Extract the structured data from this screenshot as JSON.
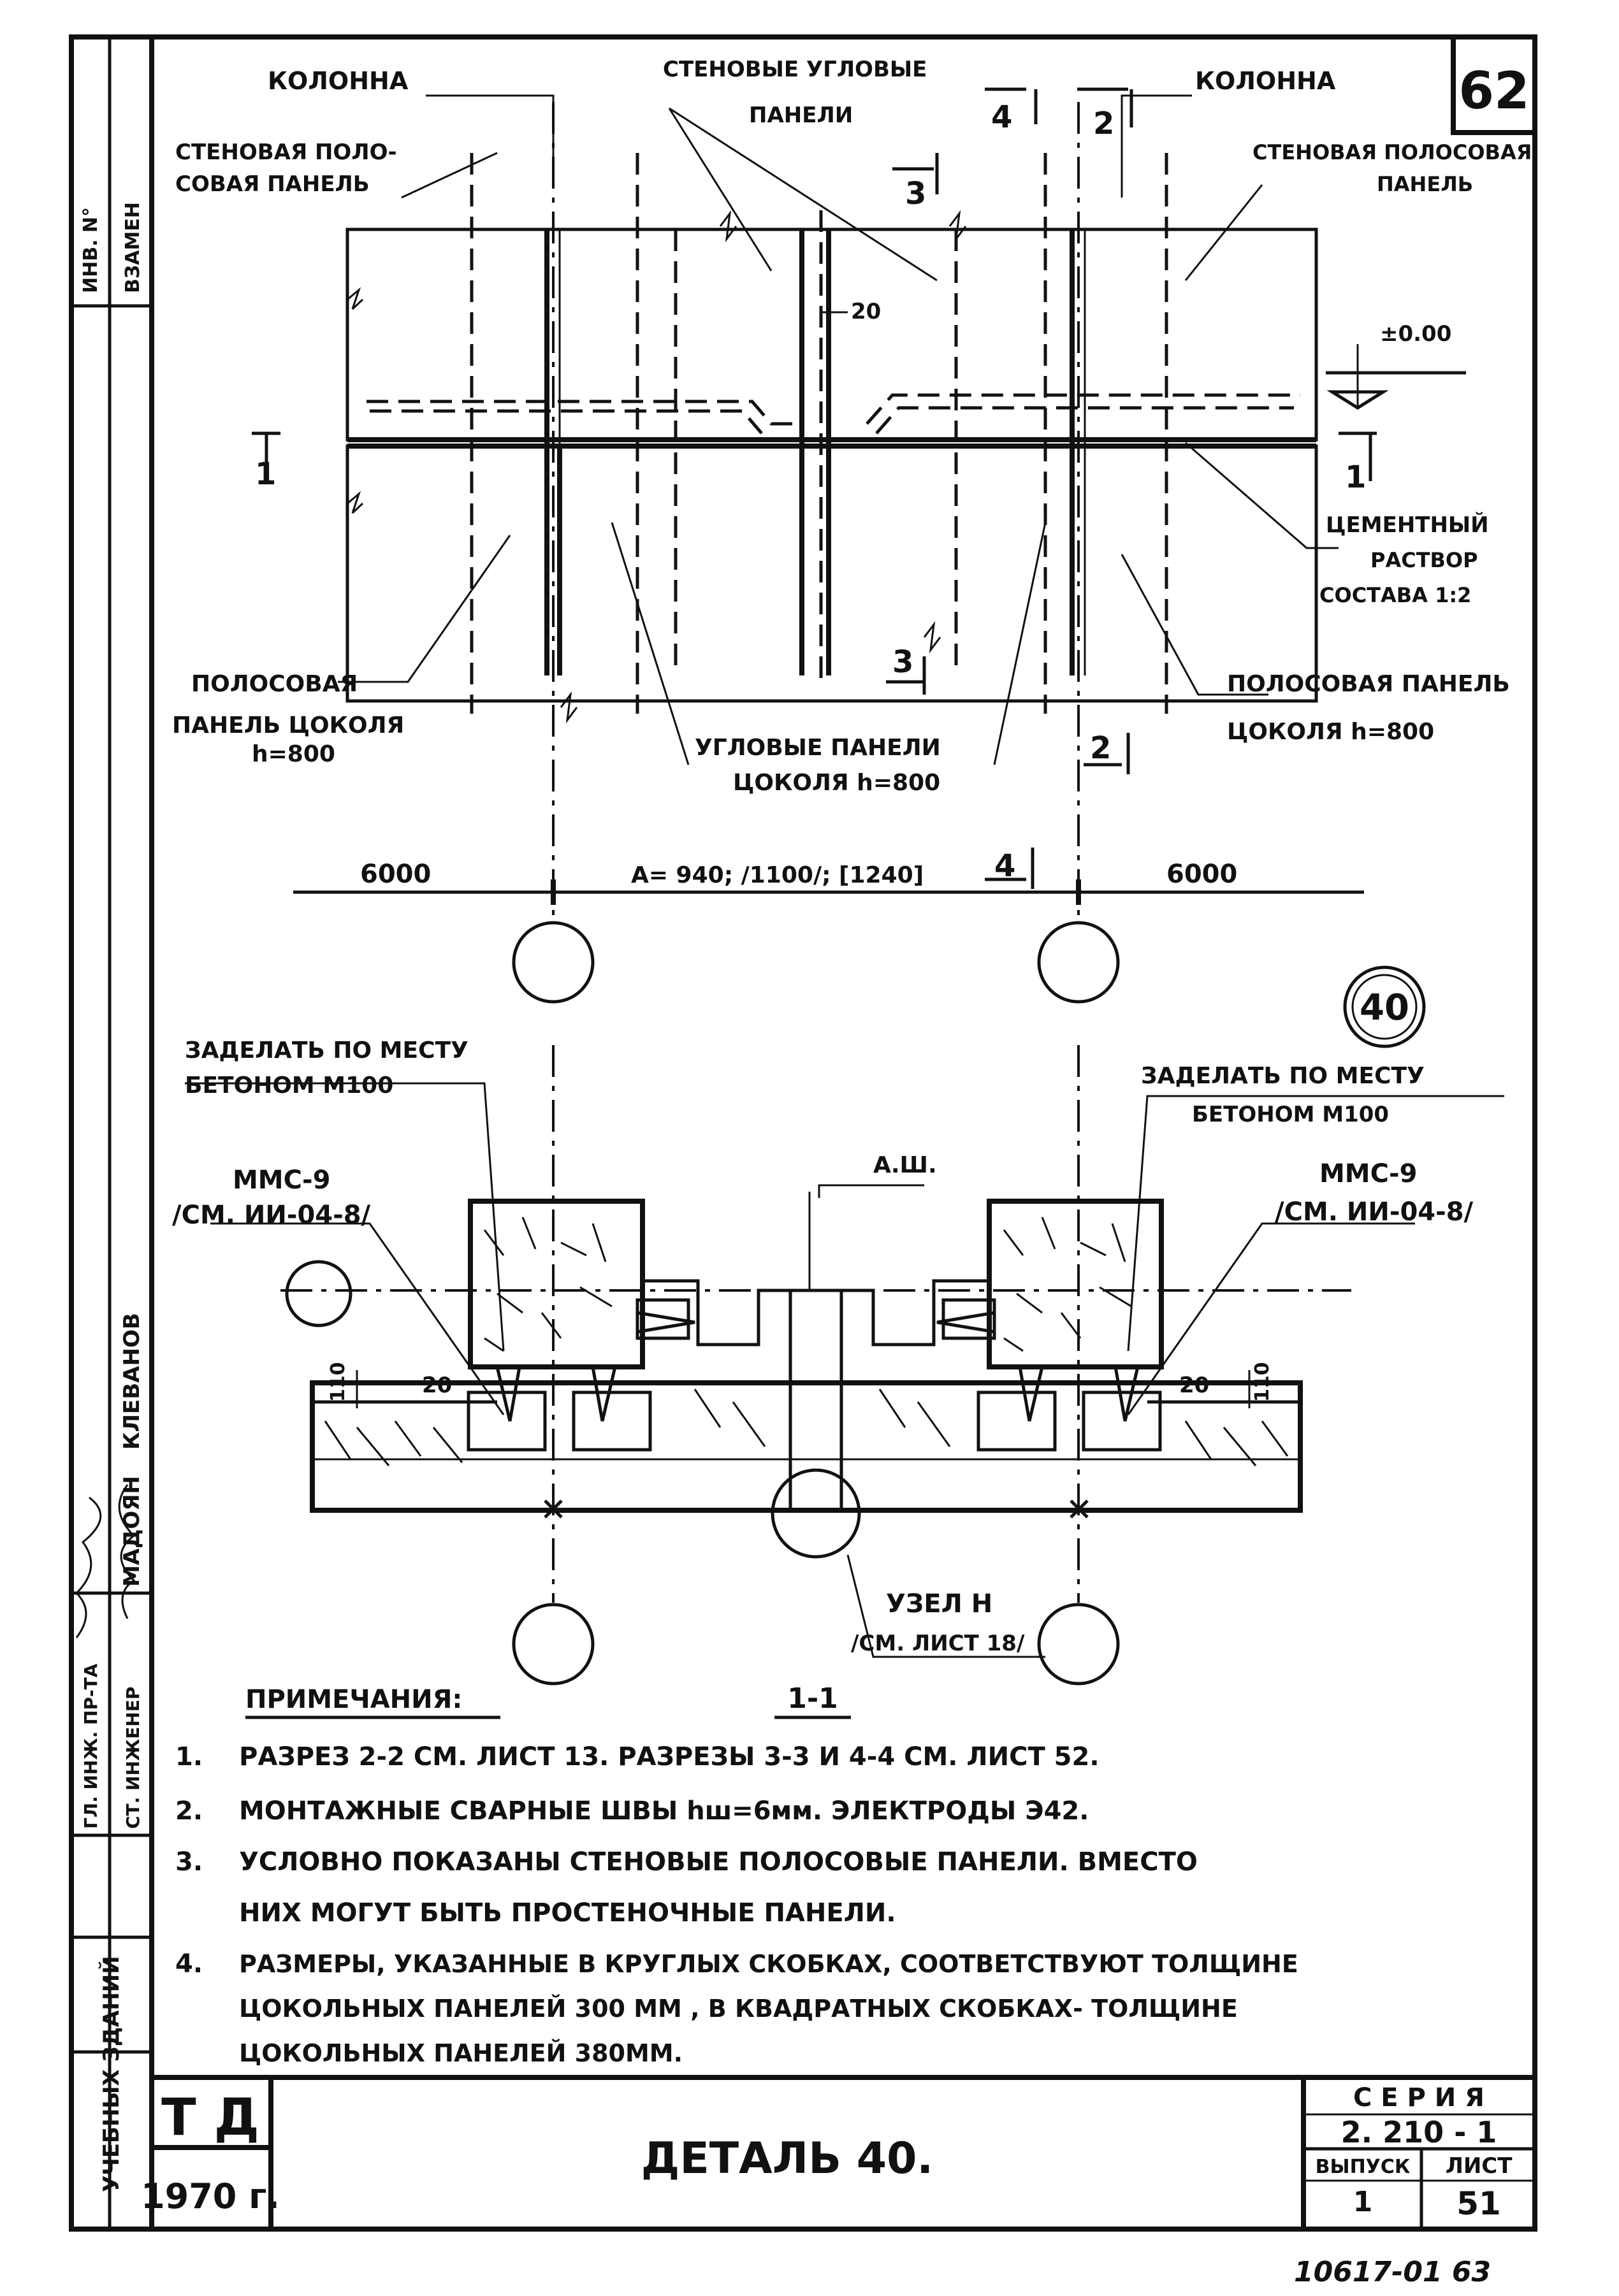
{
  "sheet_number": "62",
  "stamp_side": {
    "inv_no": "ИНВ. N°",
    "vzamen": "ВЗАМЕН",
    "klevanov": "КЛЕВАНОВ",
    "madoyan": "МАДОЯН",
    "gl_inzh": "ГЛ. ИНЖ. ПР-ТА",
    "st_inzh": "СТ. ИНЖЕНЕР",
    "uchebnyh": "УЧЕБНЫХ ЗДАНИЙ"
  },
  "plan": {
    "kolonna_left": "КОЛОННА",
    "kolonna_right": "КОЛОННА",
    "stenovye_uglovye": "СТЕНОВЫЕ УГЛОВЫЕ",
    "paneli": "ПАНЕЛИ",
    "stenovaya_pol_left_1": "СТЕНОВАЯ ПОЛО-",
    "stenovaya_pol_left_2": "СОВАЯ ПАНЕЛЬ",
    "stenovaya_pol_right_1": "СТЕНОВАЯ ПОЛОСОВАЯ",
    "stenovaya_pol_right_2": "ПАНЕЛЬ",
    "dim_20": "20",
    "level": "±0.00",
    "cement_1": "ЦЕМЕНТНЫЙ",
    "cement_2": "РАСТВОР",
    "cement_3": "СОСТАВА 1:2",
    "polosovaya_left_1": "ПОЛОСОВАЯ",
    "polosovaya_left_2": "ПАНЕЛЬ ЦОКОЛЯ",
    "polosovaya_left_3": "h=800",
    "polosovaya_right_1": "ПОЛОСОВАЯ ПАНЕЛЬ",
    "polosovaya_right_2": "ЦОКОЛЯ   h=800",
    "uglovye_1": "УГЛОВЫЕ   ПАНЕЛИ",
    "uglovye_2": "ЦОКОЛЯ   h=800",
    "sec_4": "4",
    "sec_2": "2",
    "sec_3": "3",
    "sec_1": "1",
    "dim_left": "6000",
    "dim_center": "A= 940; /1100/; [1240]",
    "dim_right": "6000"
  },
  "section": {
    "detail_no": "40",
    "zadelat_left_1": "ЗАДЕЛАТЬ ПО МЕСТУ",
    "zadelat_left_2": "БЕТОНОМ  М100",
    "zadelat_right_1": "ЗАДЕЛАТЬ ПО МЕСТУ",
    "zadelat_right_2": "БЕТОНОМ   М100",
    "mmc_left_1": "ММС-9",
    "mmc_left_2": "/СМ. ИИ-04-8/",
    "mmc_right_1": "ММС-9",
    "mmc_right_2": "/СМ. ИИ-04-8/",
    "ash": "А.Ш.",
    "dim_110": "110",
    "dim_20": "20",
    "uzel_1": "УЗЕЛ  Н",
    "uzel_2": "/СМ. ЛИСТ 18/",
    "section_label": "1-1"
  },
  "notes": {
    "title": "ПРИМЕЧАНИЯ:",
    "n1_num": "1.",
    "n1": "РАЗРЕЗ 2-2  СМ. ЛИСТ 13.  РАЗРЕЗЫ  3-3  И  4-4  СМ.  ЛИСТ 52.",
    "n2_num": "2.",
    "n2": "МОНТАЖНЫЕ  СВАРНЫЕ   ШВЫ  hш=6мм.   ЭЛЕКТРОДЫ  Э42.",
    "n3_num": "3.",
    "n3a": "УСЛОВНО  ПОКАЗАНЫ  СТЕНОВЫЕ  ПОЛОСОВЫЕ  ПАНЕЛИ.   ВМЕСТО",
    "n3b": "НИХ   МОГУТ   БЫТЬ   ПРОСТЕНОЧНЫЕ    ПАНЕЛИ.",
    "n4_num": "4.",
    "n4a": "РАЗМЕРЫ, УКАЗАННЫЕ В КРУГЛЫХ СКОБКАХ, СООТВЕТСТВУЮТ ТОЛЩИНЕ",
    "n4b": "ЦОКОЛЬНЫХ  ПАНЕЛЕЙ  300 ММ ,  В  КВАДРАТНЫХ  СКОБКАХ- ТОЛЩИНЕ",
    "n4c": "ЦОКОЛЬНЫХ   ПАНЕЛЕЙ  380ММ."
  },
  "title_block": {
    "td": "Т Д",
    "year": "1970 г.",
    "title": "ДЕТАЛЬ  40.",
    "seriya_label": "С Е Р И Я",
    "seriya_value": "2. 210 - 1",
    "vypusk_label": "ВЫПУСК",
    "vypusk_value": "1",
    "list_label": "ЛИСТ",
    "list_value": "51"
  },
  "archive_no": "10617-01   63"
}
